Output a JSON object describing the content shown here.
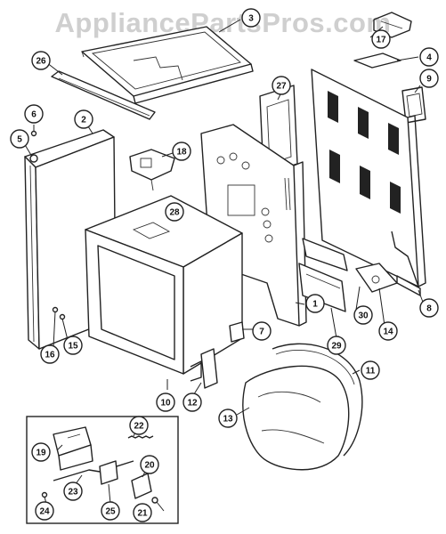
{
  "watermark": "AppliancePartsPros.com",
  "callouts": [
    {
      "id": "1",
      "label": "1"
    },
    {
      "id": "2",
      "label": "2"
    },
    {
      "id": "3",
      "label": "3"
    },
    {
      "id": "4",
      "label": "4"
    },
    {
      "id": "5",
      "label": "5"
    },
    {
      "id": "6",
      "label": "6"
    },
    {
      "id": "7",
      "label": "7"
    },
    {
      "id": "8",
      "label": "8"
    },
    {
      "id": "9",
      "label": "9"
    },
    {
      "id": "10",
      "label": "10"
    },
    {
      "id": "11",
      "label": "11"
    },
    {
      "id": "12",
      "label": "12"
    },
    {
      "id": "13",
      "label": "13"
    },
    {
      "id": "14",
      "label": "14"
    },
    {
      "id": "15",
      "label": "15"
    },
    {
      "id": "16",
      "label": "16"
    },
    {
      "id": "17",
      "label": "17"
    },
    {
      "id": "18",
      "label": "18"
    },
    {
      "id": "19",
      "label": "19"
    },
    {
      "id": "20",
      "label": "20"
    },
    {
      "id": "21",
      "label": "21"
    },
    {
      "id": "22",
      "label": "22"
    },
    {
      "id": "23",
      "label": "23"
    },
    {
      "id": "24",
      "label": "24"
    },
    {
      "id": "25",
      "label": "25"
    },
    {
      "id": "26",
      "label": "26"
    },
    {
      "id": "27",
      "label": "27"
    },
    {
      "id": "28",
      "label": "28"
    },
    {
      "id": "29",
      "label": "29"
    },
    {
      "id": "30",
      "label": "30"
    }
  ]
}
